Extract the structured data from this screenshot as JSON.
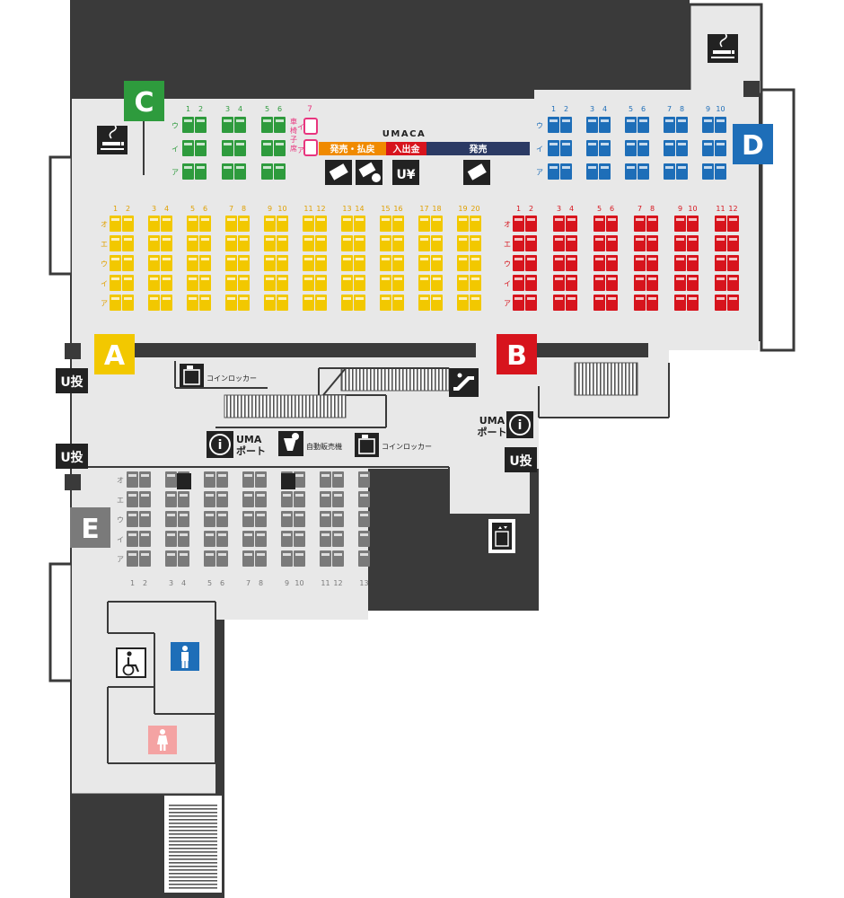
{
  "colors": {
    "yellow": "#f2c800",
    "red": "#d7141d",
    "green": "#2e9b3d",
    "blue": "#1e6eb8",
    "gray": "#7a7a7a",
    "pink": "#e8357e",
    "wall": "#3a3a3a",
    "floor": "#e8e8e8",
    "orange_bar": "#f08a00",
    "navy_bar": "#2b3a64"
  },
  "zones": {
    "A": "A",
    "B": "B",
    "C": "C",
    "D": "D",
    "E": "E"
  },
  "row_labels": [
    "オ",
    "エ",
    "ウ",
    "イ",
    "ア"
  ],
  "row_labels_3": [
    "ウ",
    "イ",
    "ア"
  ],
  "green_cols": [
    "1",
    "2",
    "3",
    "4",
    "5",
    "6"
  ],
  "blue_cols": [
    "1",
    "2",
    "3",
    "4",
    "5",
    "6",
    "7",
    "8",
    "9",
    "10"
  ],
  "yellow_cols": [
    "1",
    "2",
    "3",
    "4",
    "5",
    "6",
    "7",
    "8",
    "9",
    "10",
    "11",
    "12",
    "13",
    "14",
    "15",
    "16",
    "17",
    "18",
    "19",
    "20"
  ],
  "red_cols": [
    "1",
    "2",
    "3",
    "4",
    "5",
    "6",
    "7",
    "8",
    "9",
    "10",
    "11",
    "12"
  ],
  "gray_cols": [
    "1",
    "2",
    "3",
    "4",
    "5",
    "6",
    "7",
    "8",
    "9",
    "10",
    "11",
    "12",
    "13"
  ],
  "wheelchair_seat": {
    "number": "7",
    "rows": [
      "イ",
      "ア"
    ],
    "label": "車椅子席"
  },
  "umaca": {
    "title": "UMACA",
    "bar_sale_refund": "発売・払戻",
    "bar_deposit": "入出金",
    "bar_sale": "発売"
  },
  "facilities": {
    "coin_locker": "コインロッカー",
    "vending": "自動販売機",
    "uma_port_1": "UMA",
    "uma_port_2": "ポート",
    "u_vote": "U投",
    "umaca_deposit_icon": "U¥"
  }
}
